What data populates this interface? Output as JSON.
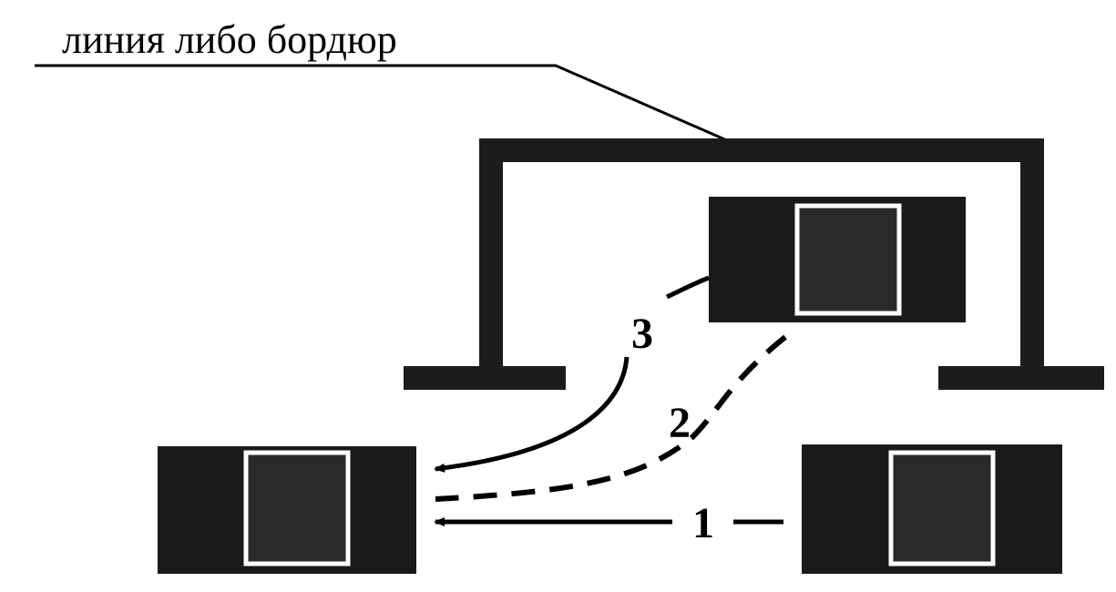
{
  "caption": "линия либо бордюр",
  "routes": [
    {
      "number": "1",
      "style": "solid"
    },
    {
      "number": "2",
      "style": "dashed"
    },
    {
      "number": "3",
      "style": "solid"
    }
  ],
  "colors": {
    "ink": "#000000",
    "car_body": "#1a1a1a",
    "car_roof": "#2a2a2a",
    "barrier": "#1c1c1c",
    "paper": "#ffffff"
  }
}
